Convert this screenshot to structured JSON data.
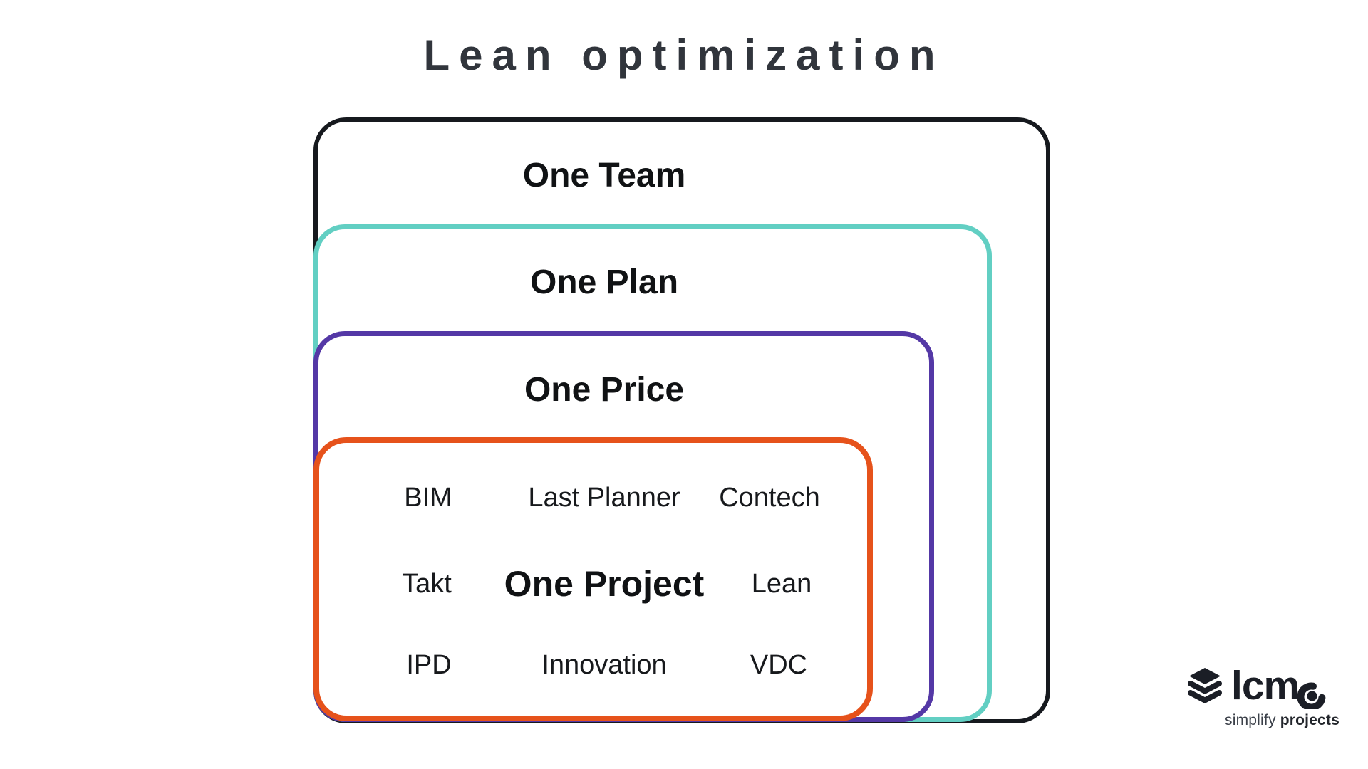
{
  "title": "Lean optimization",
  "rings": [
    {
      "label": "One Team",
      "color": "#16191e"
    },
    {
      "label": "One Plan",
      "color": "#62cfc3"
    },
    {
      "label": "One Price",
      "color": "#5438a6"
    },
    {
      "label": "One Project",
      "color": "#e6521b"
    }
  ],
  "terms": {
    "bim": "BIM",
    "last_planner": "Last Planner",
    "contech": "Contech",
    "takt": "Takt",
    "lean": "Lean",
    "ipd": "IPD",
    "innovation": "Innovation",
    "vdc": "VDC"
  },
  "logo": {
    "wordmark": "lcmd",
    "wordmark_letters": "lcm",
    "tagline_regular": "simplify",
    "tagline_bold": "projects",
    "icon": "layers-stack-icon",
    "color": "#1b1e26"
  }
}
